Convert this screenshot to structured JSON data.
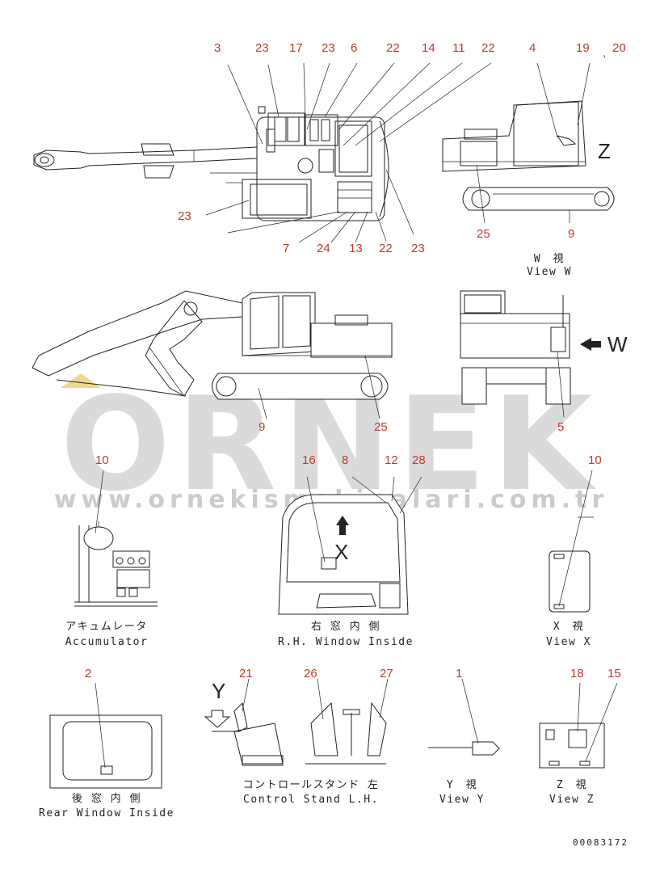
{
  "callouts": {
    "top_3": "3",
    "top_23a": "23",
    "top_17": "17",
    "top_23b": "23",
    "top_6": "6",
    "top_22a": "22",
    "top_14": "14",
    "top_11": "11",
    "top_22b": "22",
    "top_23c": "23",
    "top_7": "7",
    "top_24": "24",
    "top_13": "13",
    "top_22c": "22",
    "top_23d": "23",
    "w_4": "4",
    "w_19": "19",
    "w_comma": ",",
    "w_20": "20",
    "w_25": "25",
    "w_9": "9",
    "side_9": "9",
    "side_25": "25",
    "rear_5": "5",
    "acc_10": "10",
    "rh_16": "16",
    "rh_8": "8",
    "rh_12": "12",
    "rh_28": "28",
    "x_10": "10",
    "rear_2": "2",
    "cs_21": "21",
    "cs_26": "26",
    "cs_27": "27",
    "y_1": "1",
    "z_18": "18",
    "z_15": "15"
  },
  "view_letters": {
    "z": "Z",
    "w": "W",
    "x": "X",
    "y": "Y"
  },
  "captions": {
    "view_w_jp": "W　視",
    "view_w_en": "View W",
    "acc_jp": "アキュムレータ",
    "acc_en": "Accumulator",
    "rh_jp": "右 窓 内 側",
    "rh_en": "R.H. Window Inside",
    "view_x_jp": "X　視",
    "view_x_en": "View X",
    "rear_jp": "後 窓 内 側",
    "rear_en": "Rear Window Inside",
    "cs_jp": "コントロールスタンド 左",
    "cs_en": "Control Stand L.H.",
    "view_y_jp": "Y　視",
    "view_y_en": "View Y",
    "view_z_jp": "Z　視",
    "view_z_en": "View Z"
  },
  "watermark": {
    "brand": "ORNEK",
    "url": "www.ornekismakinalari.com.tr",
    "color": "#bdbdbd"
  },
  "doc_number": "00083172",
  "colors": {
    "callout": "#c0392b",
    "line": "#222222"
  }
}
